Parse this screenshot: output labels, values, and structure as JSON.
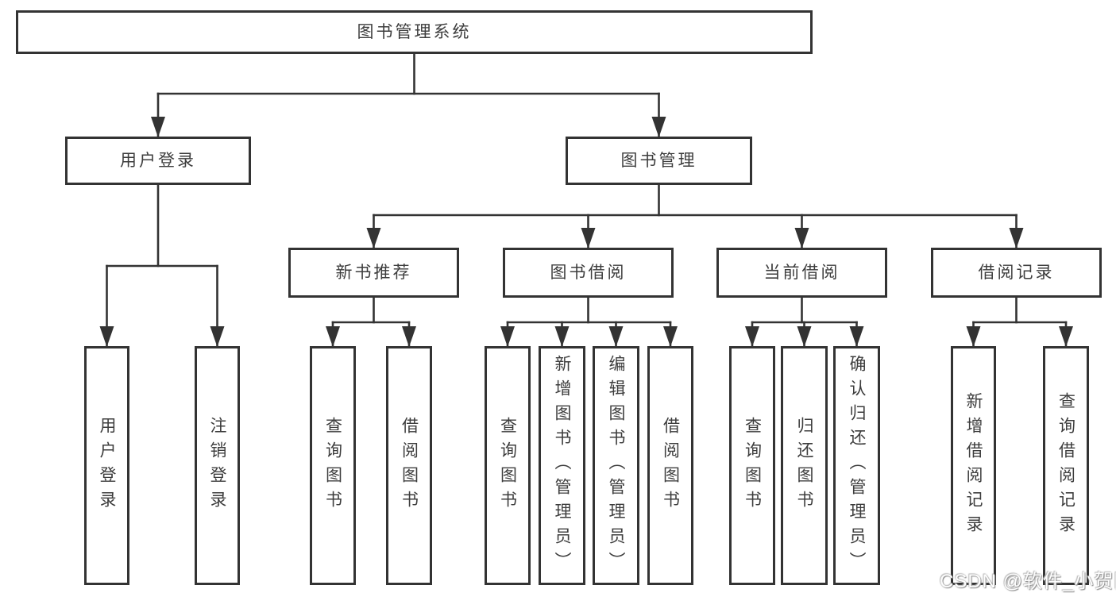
{
  "diagram": {
    "type": "hierarchy-tree",
    "title": "图书管理系统"
  },
  "nodes": {
    "system": {
      "label": "图书管理系统",
      "level": 1
    },
    "login_module": {
      "label": "用户登录",
      "level": 2
    },
    "book_mgmt": {
      "label": "图书管理",
      "level": 2
    },
    "user_login": {
      "label": "用户登录",
      "level": 4,
      "orientation": "vertical"
    },
    "logout": {
      "label": "注销登录",
      "level": 4,
      "orientation": "vertical"
    },
    "new_book_rec": {
      "label": "新书推荐",
      "level": 3
    },
    "book_borrow": {
      "label": "图书借阅",
      "level": 3
    },
    "current_borrow": {
      "label": "当前借阅",
      "level": 3
    },
    "borrow_record": {
      "label": "借阅记录",
      "level": 3
    },
    "nbr_query_book": {
      "label": "查询图书",
      "level": 4,
      "orientation": "vertical"
    },
    "nbr_borrow_book": {
      "label": "借阅图书",
      "level": 4,
      "orientation": "vertical"
    },
    "bb_query_book": {
      "label": "查询图书",
      "level": 4,
      "orientation": "vertical"
    },
    "bb_add_book": {
      "label": "新增图书（管理员）",
      "level": 4,
      "orientation": "vertical"
    },
    "bb_edit_book": {
      "label": "编辑图书（管理员）",
      "level": 4,
      "orientation": "vertical"
    },
    "bb_borrow_book": {
      "label": "借阅图书",
      "level": 4,
      "orientation": "vertical"
    },
    "cb_query_book": {
      "label": "查询图书",
      "level": 4,
      "orientation": "vertical"
    },
    "cb_return_book": {
      "label": "归还图书",
      "level": 4,
      "orientation": "vertical"
    },
    "cb_confirm_return": {
      "label": "确认归还（管理员）",
      "level": 4,
      "orientation": "vertical"
    },
    "br_add_record": {
      "label": "新增借阅记录",
      "level": 4,
      "orientation": "vertical"
    },
    "br_query_record": {
      "label": "查询借阅记录",
      "level": 4,
      "orientation": "vertical"
    }
  },
  "hierarchy": {
    "图书管理系统": {
      "用户登录": [
        "用户登录",
        "注销登录"
      ],
      "图书管理": {
        "新书推荐": [
          "查询图书",
          "借阅图书"
        ],
        "图书借阅": [
          "查询图书",
          "新增图书（管理员）",
          "编辑图书（管理员）",
          "借阅图书"
        ],
        "当前借阅": [
          "查询图书",
          "归还图书",
          "确认归还（管理员）"
        ],
        "借阅记录": [
          "新增借阅记录",
          "查询借阅记录"
        ]
      }
    }
  },
  "watermark": {
    "text": "CSDN @软件_小贺同学"
  },
  "colors": {
    "line": "#333333",
    "text": "#3d3d3d",
    "box_fill": "#ffffff",
    "background": "#ffffff",
    "watermark": "#fdfdfd"
  }
}
